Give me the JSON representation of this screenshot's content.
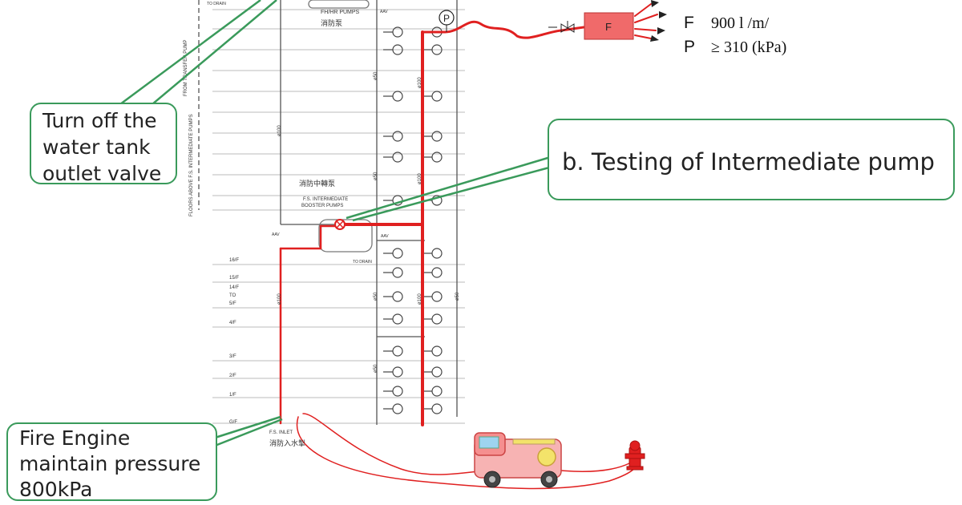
{
  "callouts": {
    "tank": [
      "Turn off the",
      "water tank",
      "outlet valve"
    ],
    "pump": "b.  Testing of Intermediate pump",
    "engine": [
      "Fire Engine",
      "maintain pressure",
      "800kPa"
    ]
  },
  "specs": {
    "flow_symbol": "F",
    "flow_value": "900  l /m/",
    "pressure_symbol": "P",
    "pressure_value": "≥ 310 (kPa)"
  },
  "drawing": {
    "pump_label_top": "FH/HR PUMPS",
    "pump_label_top_cn": "消防泵",
    "booster_cn": "消防中轉泵",
    "booster_en_1": "F.S. INTERMEDIATE",
    "booster_en_2": "BOOSTER PUMPS",
    "inlet_en": "F.S. INLET",
    "inlet_cn": "消防入水掣",
    "to_drain": "TO DRAIN",
    "to_drain_top": "TO DRAIN",
    "gauge": "P",
    "f_box": "F",
    "vert_left_1": "FROM TRANSFER PUMP",
    "vert_left_2": "FLOORS ABOVE F.S. INTERMEDIATE PUMPS",
    "pipe_100": "ø100",
    "pipe_50": "ø50",
    "aav": "AAV",
    "floors": [
      "16/F",
      "15/F",
      "14/F",
      "TO",
      "5/F",
      "4/F",
      "3/F",
      "2/F",
      "1/F",
      "G/F"
    ]
  },
  "colors": {
    "accent_green": "#3a9a5b",
    "pipe_red": "#e02020",
    "f_box": "#f06a6a"
  }
}
